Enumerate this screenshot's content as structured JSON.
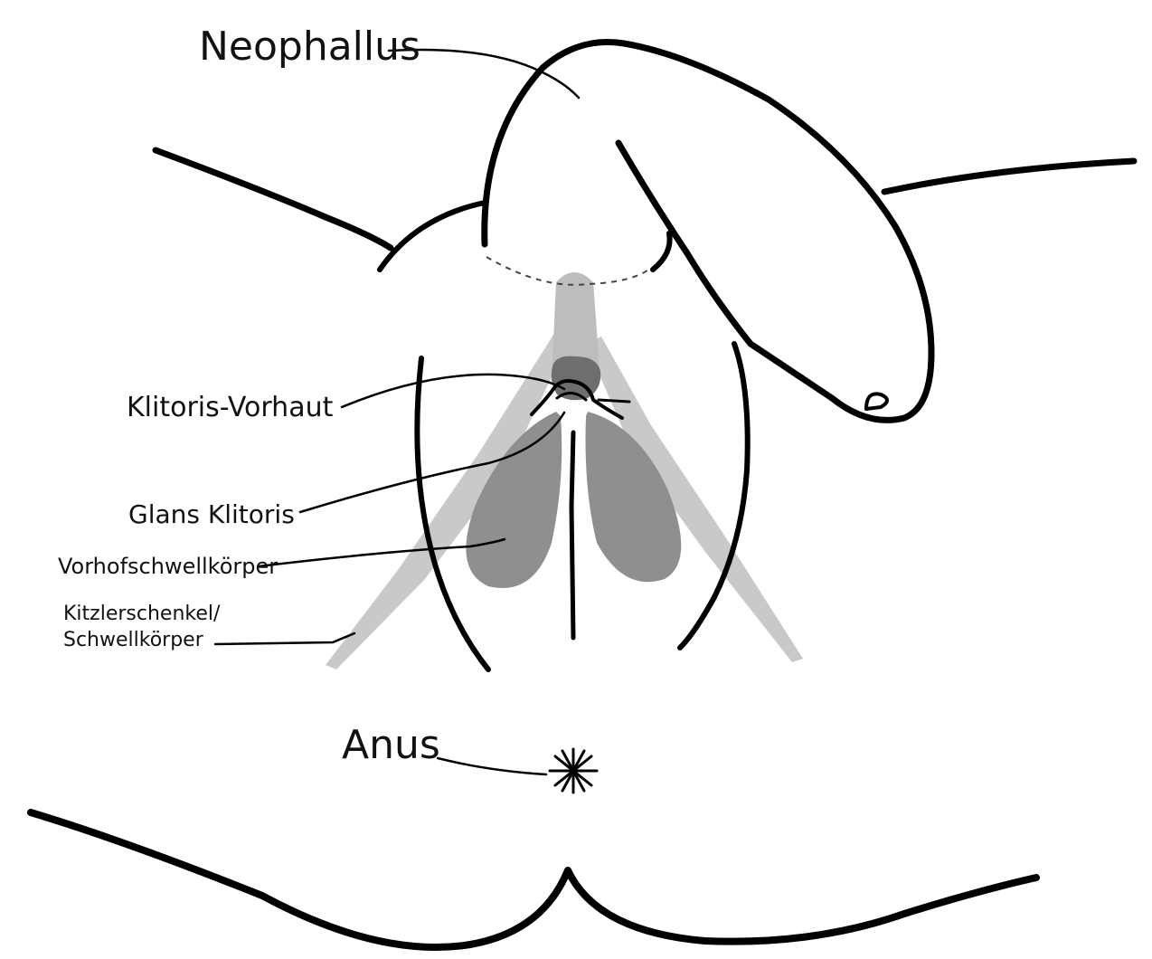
{
  "labels": {
    "neophallus": "Neophallus",
    "klitoris_vorhaut": "Klitoris-Vorhaut",
    "glans_klitoris": "Glans Klitoris",
    "vorhofschwellkoerper": "Vorhofschwellkörper",
    "kitzlerschenkel_line1": "Kitzlerschenkel/",
    "kitzlerschenkel_line2": "Schwellkörper",
    "anus": "Anus"
  },
  "colors": {
    "outline": "#000000",
    "crura_light_gray": "#c9c9c9",
    "shaft_gray": "#bdbdbd",
    "bulb_gray": "#8f8f8f",
    "glans_dark_gray": "#6e6e6e",
    "background": "#ffffff"
  }
}
